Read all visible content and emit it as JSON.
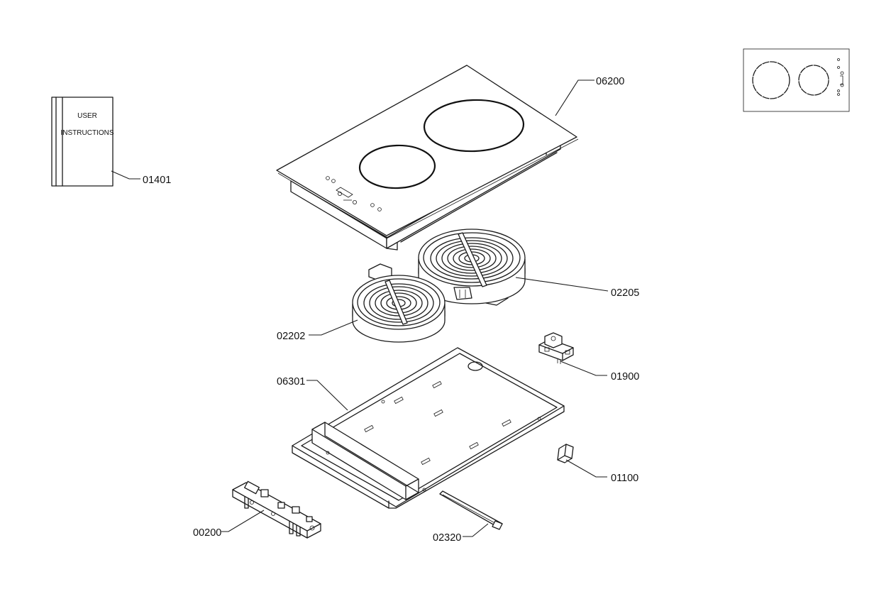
{
  "manual": {
    "line1": "USER",
    "line2": "INSTRUCTIONS"
  },
  "callouts": {
    "glass_top": "06200",
    "manual": "01401",
    "large_element": "02205",
    "small_element": "02202",
    "switch": "01900",
    "base_tray": "06301",
    "clip": "01100",
    "control_board": "00200",
    "bar": "02320"
  }
}
